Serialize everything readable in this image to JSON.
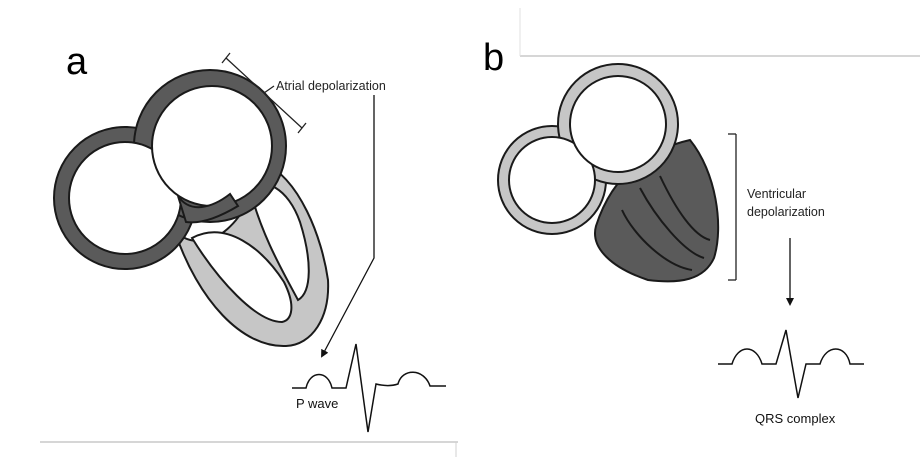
{
  "panel_a": {
    "letter": "a",
    "annotation": "Atrial depolarization",
    "wave_label": "P wave"
  },
  "panel_b": {
    "letter": "b",
    "annotation_line1": "Ventricular",
    "annotation_line2": "depolarization",
    "wave_label": "QRS complex"
  },
  "colors": {
    "active_region": "#5a5a5a",
    "inactive_region": "#c6c6c6",
    "chamber_fill": "#ffffff",
    "outline": "#1a1a1a"
  }
}
